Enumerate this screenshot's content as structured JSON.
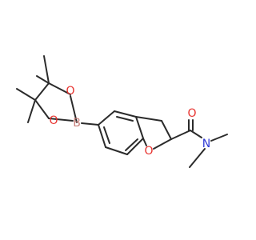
{
  "structure": {
    "atom_labels": {
      "boron": "B",
      "ring_oxygen_upper": "O",
      "ring_oxygen_lower": "O",
      "furan_oxygen": "O",
      "carbonyl_oxygen": "O",
      "amide_nitrogen": "N"
    },
    "colors": {
      "bond": "#2b2b2b",
      "oxygen": "#e8322e",
      "nitrogen": "#2f3ad6",
      "boron": "#c87f7a"
    }
  }
}
